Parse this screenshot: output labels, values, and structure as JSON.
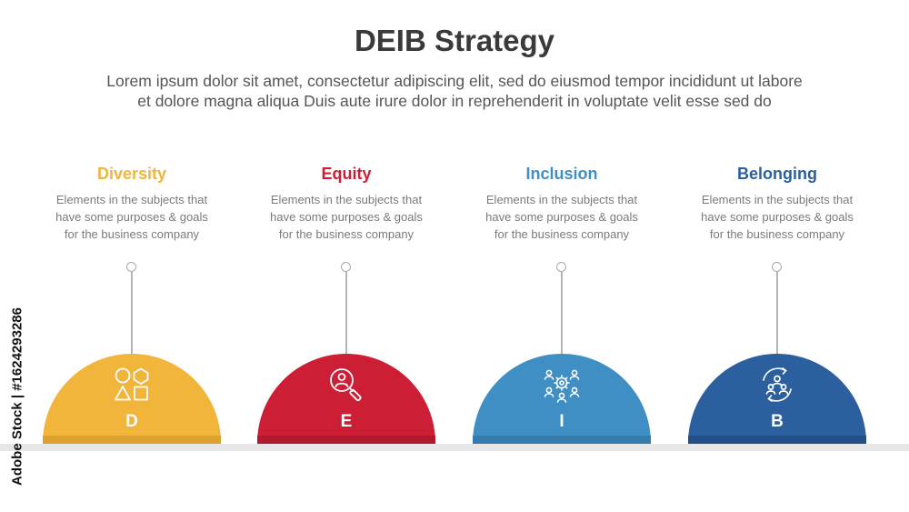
{
  "title": "DEIB Strategy",
  "subtitle_lines": [
    "Lorem ipsum dolor sit amet, consectetur adipiscing elit, sed do eiusmod tempor incididunt ut labore",
    "et dolore magna aliqua Duis aute irure dolor in reprehenderit in voluptate velit esse sed do"
  ],
  "items": [
    {
      "heading": "Diversity",
      "description": "Elements in the subjects that\nhave  some purposes & goals\nfor the  business company",
      "letter": "D",
      "color": "#f2b53c",
      "icon": "shapes-icon"
    },
    {
      "heading": "Equity",
      "description": "Elements in the subjects that\nhave  some purposes & goals\nfor the  business company",
      "letter": "E",
      "color": "#cc1f36",
      "icon": "search-user-icon"
    },
    {
      "heading": "Inclusion",
      "description": "Elements in the subjects that\nhave  some purposes & goals\nfor the  business company",
      "letter": "I",
      "color": "#3f8ec4",
      "icon": "team-gear-icon"
    },
    {
      "heading": "Belonging",
      "description": "Elements in the subjects that\nhave  some purposes & goals\nfor the  business company",
      "letter": "B",
      "color": "#2b5f9e",
      "icon": "group-cycle-icon"
    }
  ],
  "watermark": "Adobe Stock | #1624293286"
}
